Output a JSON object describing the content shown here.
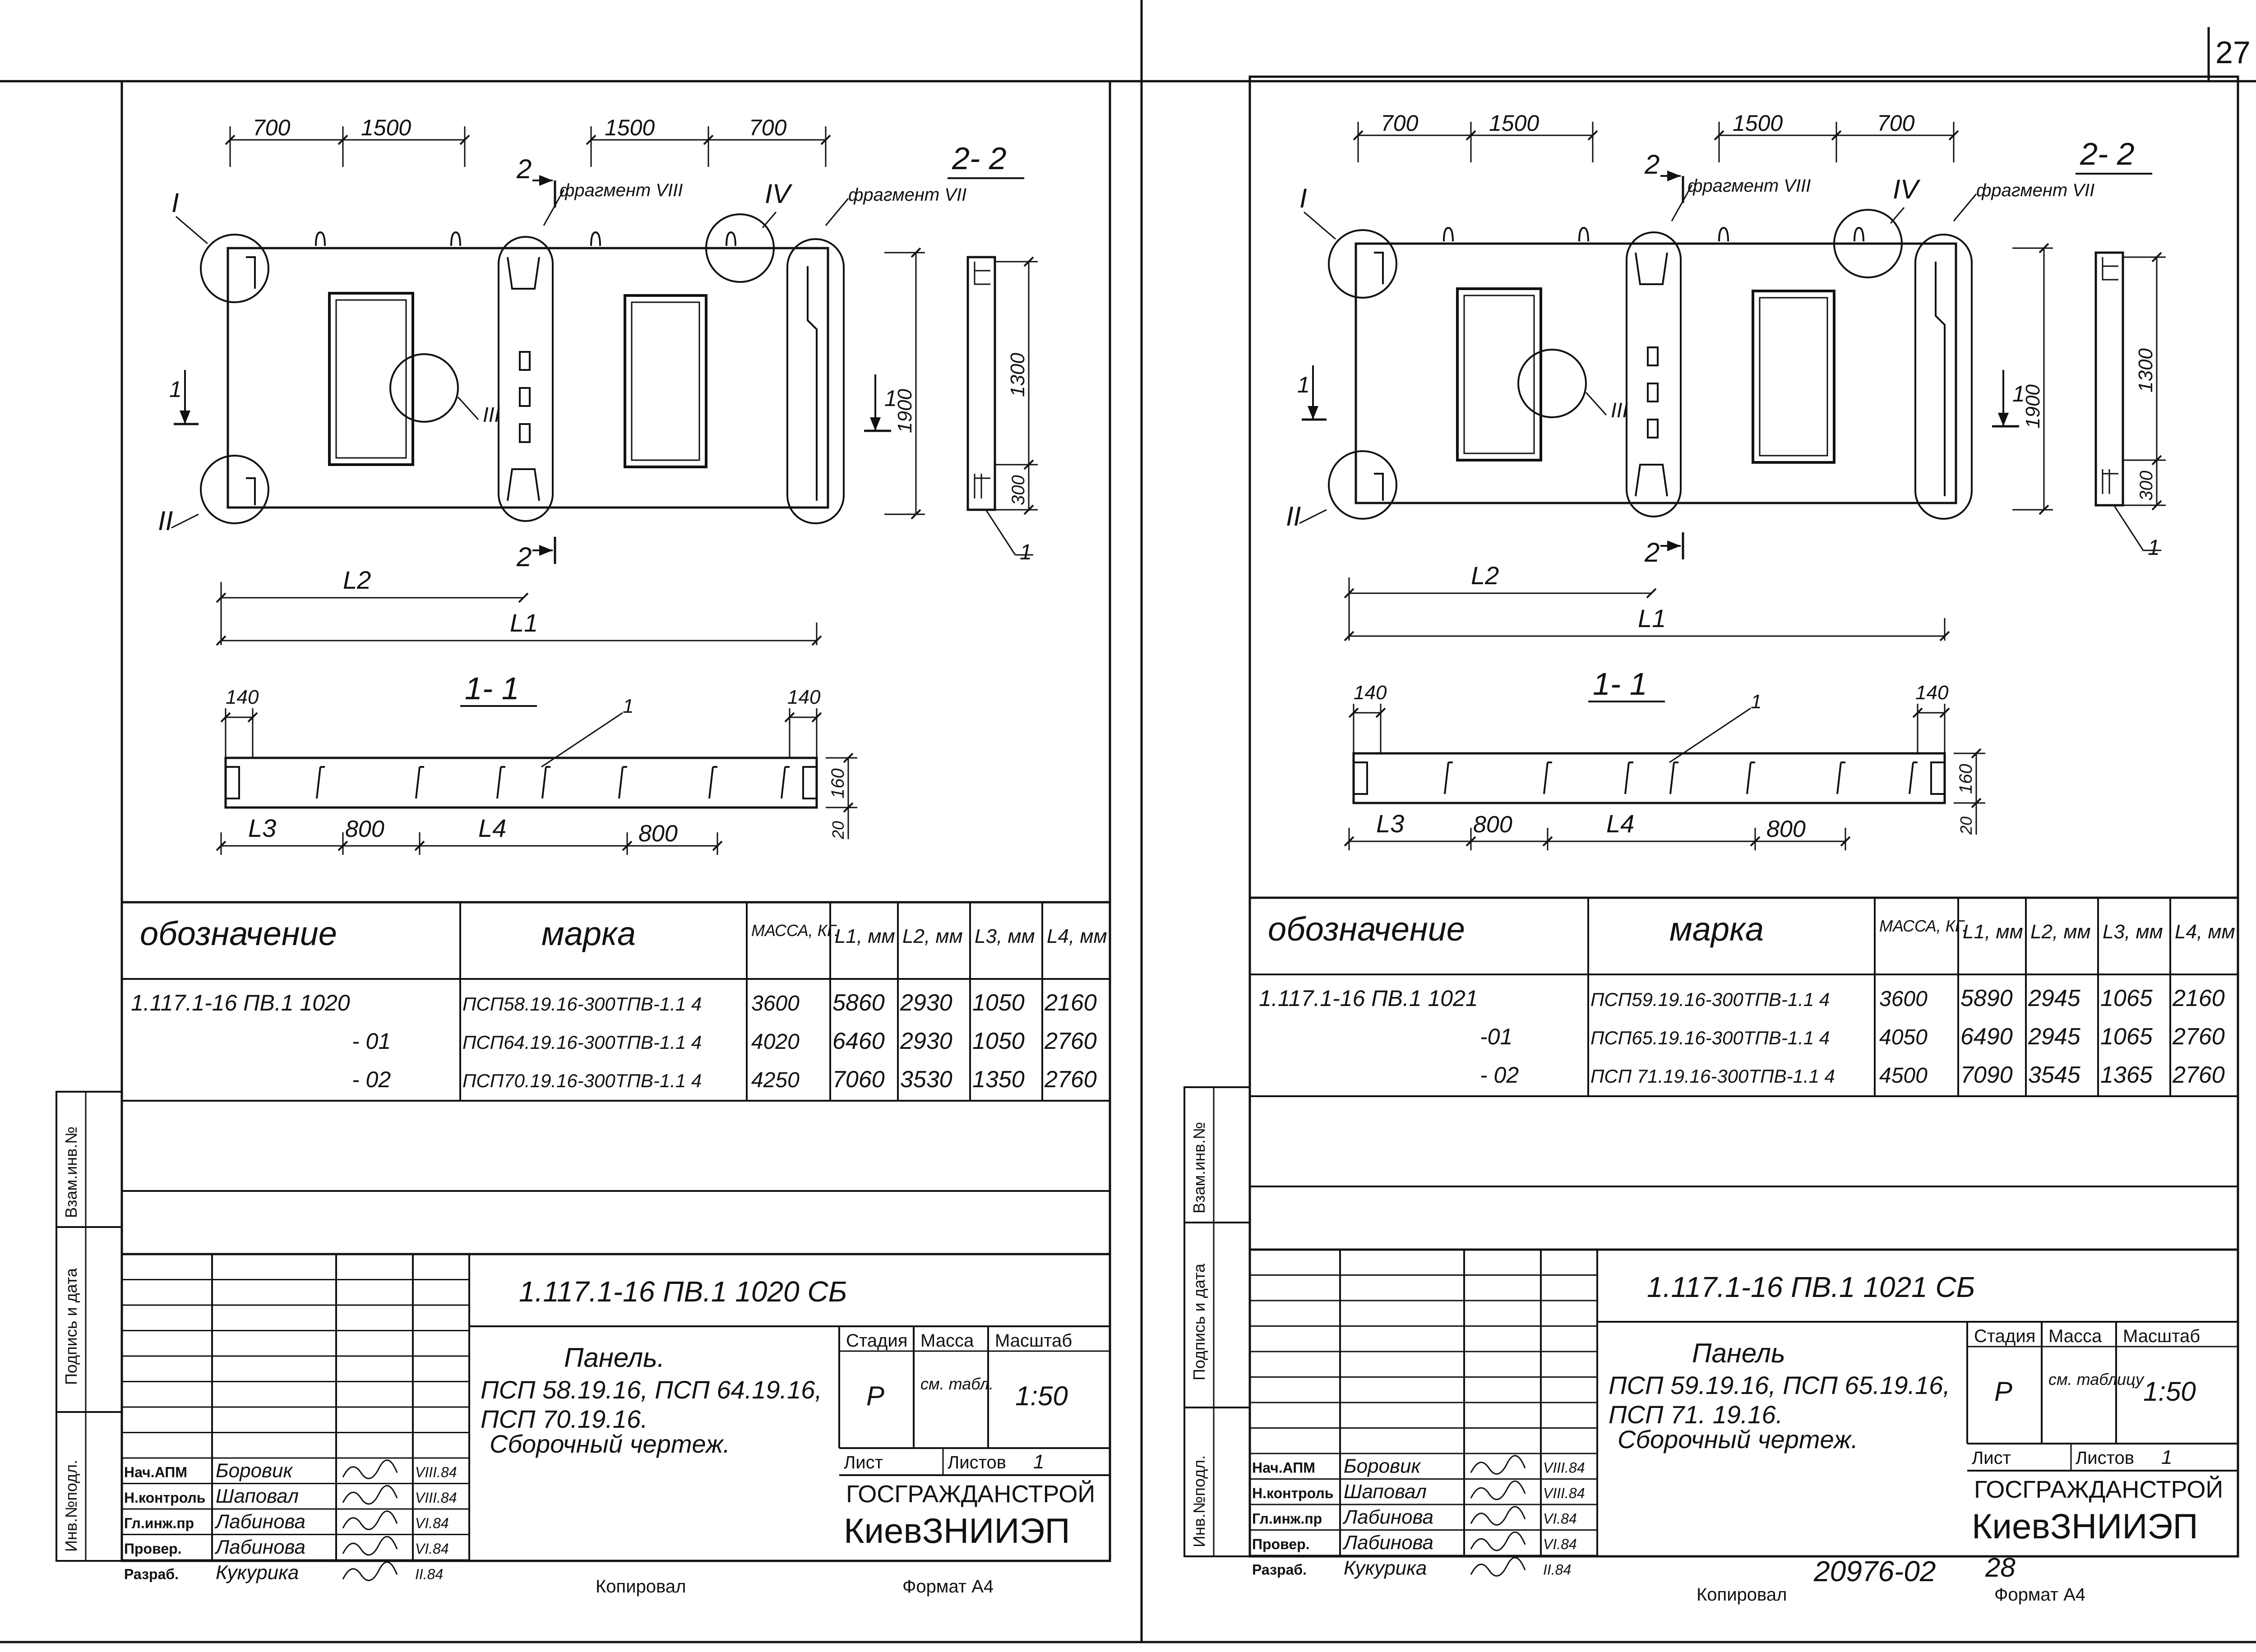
{
  "page_number": "27",
  "footer": {
    "left_copied": "Копировал",
    "left_format": "Формат А4",
    "right_code": "20976-02",
    "right_page": "28",
    "right_copied": "Копировал",
    "right_format": "Формат А4"
  },
  "side_strip": {
    "inv_orig": "Инв.№подл.",
    "signature_date": "Подпись и дата",
    "vzam_inv": "Взам.инв.№"
  },
  "sheets": [
    {
      "dims_top": [
        "700",
        "1500",
        "1500",
        "700"
      ],
      "section_22": "2- 2",
      "fragment_viii": "фрагмент VIII",
      "fragment_vii": "фрагмент VII",
      "marker_i": "I",
      "marker_ii": "II",
      "marker_iii": "III",
      "marker_iv": "IV",
      "marker_1": "1",
      "marker_2": "2",
      "dim_1900": "1900",
      "dim_1300": "1300",
      "dim_300": "300",
      "L1": "L1",
      "L2": "L2",
      "L3": "L3",
      "L4": "L4",
      "section_11": "1- 1",
      "dim_140": "140",
      "dim_800": "800",
      "dim_160": "160",
      "dim_20": "20",
      "table": {
        "headers": [
          "обозначение",
          "марка",
          "МАССА, КГ.",
          "L1, мм",
          "L2, мм",
          "L3, мм",
          "L4, мм"
        ],
        "rows": [
          [
            "1.117.1-16 ПВ.1  1020",
            "ПСП58.19.16-300ТПВ-1.1  4",
            "3600",
            "5860",
            "2930",
            "1050",
            "2160"
          ],
          [
            "- 01",
            "ПСП64.19.16-300ТПВ-1.1  4",
            "4020",
            "6460",
            "2930",
            "1050",
            "2760"
          ],
          [
            "- 02",
            "ПСП70.19.16-300ТПВ-1.1  4",
            "4250",
            "7060",
            "3530",
            "1350",
            "2760"
          ]
        ]
      },
      "stamp": {
        "code": "1.117.1-16 ПВ.1   1020 СБ",
        "title_lines": [
          "Панель.",
          "ПСП 58.19.16, ПСП 64.19.16,",
          "ПСП 70.19.16.",
          "Сборочный  чертеж."
        ],
        "stage_label": "Стадия",
        "mass_label": "Масса",
        "scale_label": "Масштаб",
        "stage": "Р",
        "mass": "см. табл.",
        "scale": "1:50",
        "sheet_label": "Лист",
        "sheets_label": "Листов",
        "sheets_count": "1",
        "org1": "ГОСГРАЖДАНСТРОЙ",
        "org2": "КиевЗНИИЭП",
        "people": [
          [
            "Нач.АПМ",
            "Боровик",
            "VIII.84"
          ],
          [
            "Н.контроль",
            "Шаповал",
            "VIII.84"
          ],
          [
            "Гл.инж.пр",
            "Лабинова",
            "VI.84"
          ],
          [
            "Провер.",
            "Лабинова",
            "VI.84"
          ],
          [
            "Разраб.",
            "Кукурика",
            "II.84"
          ]
        ]
      }
    },
    {
      "dims_top": [
        "700",
        "1500",
        "1500",
        "700"
      ],
      "section_22": "2- 2",
      "fragment_viii": "фрагмент VIII",
      "fragment_vii": "фрагмент VII",
      "marker_i": "I",
      "marker_ii": "II",
      "marker_iii": "III",
      "marker_iv": "IV",
      "marker_1": "1",
      "marker_2": "2",
      "dim_1900": "1900",
      "dim_1300": "1300",
      "dim_300": "300",
      "L1": "L1",
      "L2": "L2",
      "L3": "L3",
      "L4": "L4",
      "section_11": "1- 1",
      "dim_140": "140",
      "dim_800": "800",
      "dim_160": "160",
      "dim_20": "20",
      "table": {
        "headers": [
          "обозначение",
          "марка",
          "МАССА, КГ.",
          "L1, мм",
          "L2, мм",
          "L3, мм",
          "L4, мм"
        ],
        "rows": [
          [
            "1.117.1-16 ПВ.1  1021",
            "ПСП59.19.16-300ТПВ-1.1  4",
            "3600",
            "5890",
            "2945",
            "1065",
            "2160"
          ],
          [
            "-01",
            "ПСП65.19.16-300ТПВ-1.1  4",
            "4050",
            "6490",
            "2945",
            "1065",
            "2760"
          ],
          [
            "- 02",
            "ПСП 71.19.16-300ТПВ-1.1 4",
            "4500",
            "7090",
            "3545",
            "1365",
            "2760"
          ]
        ]
      },
      "stamp": {
        "code": "1.117.1-16 ПВ.1  1021 СБ",
        "title_lines": [
          "Панель",
          "ПСП 59.19.16, ПСП 65.19.16,",
          "ПСП 71. 19.16.",
          "Сборочный  чертеж."
        ],
        "stage_label": "Стадия",
        "mass_label": "Масса",
        "scale_label": "Масштаб",
        "stage": "Р",
        "mass": "см. таблицу",
        "scale": "1:50",
        "sheet_label": "Лист",
        "sheets_label": "Листов",
        "sheets_count": "1",
        "org1": "ГОСГРАЖДАНСТРОЙ",
        "org2": "КиевЗНИИЭП",
        "people": [
          [
            "Нач.АПМ",
            "Боровик",
            "VIII.84"
          ],
          [
            "Н.контроль",
            "Шаповал",
            "VIII.84"
          ],
          [
            "Гл.инж.пр",
            "Лабинова",
            "VI.84"
          ],
          [
            "Провер.",
            "Лабинова",
            "VI.84"
          ],
          [
            "Разраб.",
            "Кукурика",
            "II.84"
          ]
        ]
      }
    }
  ]
}
